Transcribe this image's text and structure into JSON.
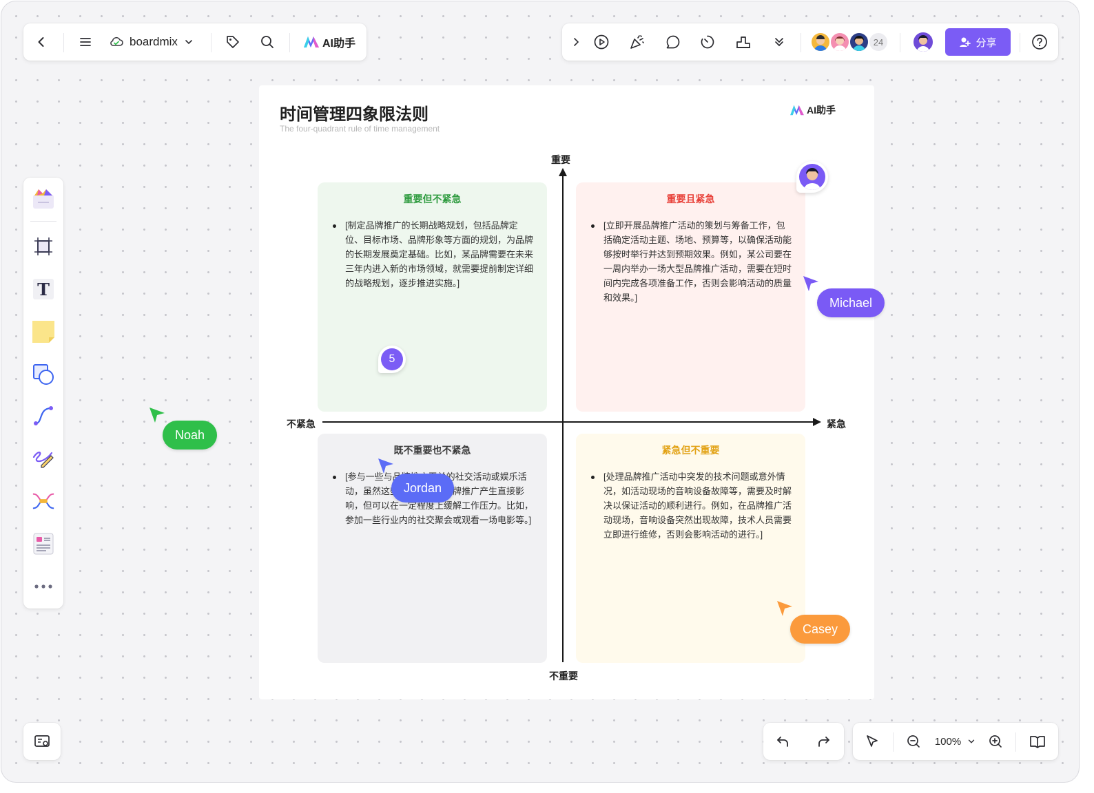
{
  "topbar": {
    "workspace": "boardmix",
    "ai_label": "AI助手",
    "collab_count": "24",
    "share_label": "分享"
  },
  "board": {
    "title": "时间管理四象限法则",
    "subtitle": "The four-quadrant rule of time management",
    "ai_badge": "AI助手",
    "axis_top": "重要",
    "axis_bottom": "不重要",
    "axis_left": "不紧急",
    "axis_right": "紧急",
    "quadrants": {
      "q1": {
        "title": "重要但不紧急",
        "text": "[制定品牌推广的长期战略规划，包括品牌定位、目标市场、品牌形象等方面的规划，为品牌的长期发展奠定基础。比如，某品牌需要在未来三年内进入新的市场领域，就需要提前制定详细的战略规划，逐步推进实施。]"
      },
      "q2": {
        "title": "重要且紧急",
        "text": "[立即开展品牌推广活动的策划与筹备工作，包括确定活动主题、场地、预算等，以确保活动能够按时举行并达到预期效果。例如，某公司要在一周内举办一场大型品牌推广活动，需要在短时间内完成各项准备工作，否则会影响活动的质量和效果。]"
      },
      "q3": {
        "title": "既不重要也不紧急",
        "text": "[参与一些与品牌推广无关的社交活动或娱乐活动，虽然这些活动不会对品牌推广产生直接影响，但可以在一定程度上缓解工作压力。比如，参加一些行业内的社交聚会或观看一场电影等。]"
      },
      "q4": {
        "title": "紧急但不重要",
        "text": "[处理品牌推广活动中突发的技术问题或意外情况，如活动现场的音响设备故障等，需要及时解决以保证活动的顺利进行。例如，在品牌推广活动现场，音响设备突然出现故障，技术人员需要立即进行维修，否则会影响活动的进行。]"
      }
    },
    "comment_count": "5"
  },
  "cursors": {
    "noah": "Noah",
    "jordan": "Jordan",
    "michael": "Michael",
    "casey": "Casey"
  },
  "colors": {
    "accent": "#6c5ce7",
    "share_bg": "#7b5cf5",
    "noah": "#2fbf4a",
    "jordan": "#5b6cf6",
    "michael": "#7a5af5",
    "casey": "#fb9a3c"
  },
  "zoom": {
    "value": "100%"
  }
}
